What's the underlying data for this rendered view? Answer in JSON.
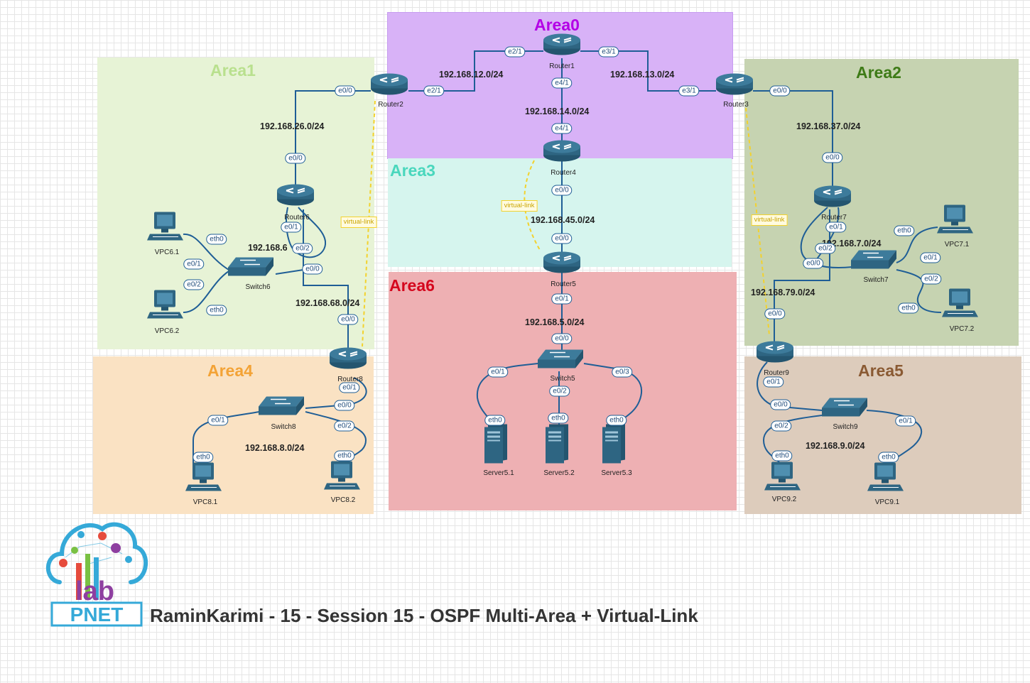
{
  "title": "RaminKarimi - 15 - Session 15 - OSPF Multi-Area + Virtual-Link",
  "logo": {
    "text_lab": "lab",
    "text_brand": "PNET"
  },
  "colors": {
    "link": "#1f5e96",
    "virtual_link": "#f3d22d",
    "device": "#2e6582"
  },
  "areas": [
    {
      "id": "area0",
      "title": "Area0",
      "fill": "#d8b2f7",
      "title_color": "#b400e6"
    },
    {
      "id": "area1",
      "title": "Area1",
      "fill": "#e7f3d6",
      "title_color": "#b9e08e"
    },
    {
      "id": "area2",
      "title": "Area2",
      "fill": "#c6d3b1",
      "title_color": "#3e7b17"
    },
    {
      "id": "area3",
      "title": "Area3",
      "fill": "#d6f5ee",
      "title_color": "#4ad7bd"
    },
    {
      "id": "area4",
      "title": "Area4",
      "fill": "#fae2c3",
      "title_color": "#f3a336"
    },
    {
      "id": "area5",
      "title": "Area5",
      "fill": "#ddccbc",
      "title_color": "#8a5a33"
    },
    {
      "id": "area6",
      "title": "Area6",
      "fill": "#eeb0b3",
      "title_color": "#d5061d"
    }
  ],
  "networks": {
    "n12": "192.168.12.0/24",
    "n13": "192.168.13.0/24",
    "n14": "192.168.14.0/24",
    "n26": "192.168.26.0/24",
    "n37": "192.168.37.0/24",
    "n45": "192.168.45.0/24",
    "n5": "192.168.5.0/24",
    "n6": "192.168.6",
    "n7": "192.168.7.0/24",
    "n68": "192.168.68.0/24",
    "n79": "192.168.79.0/24",
    "n8": "192.168.8.0/24",
    "n9": "192.168.9.0/24"
  },
  "devices": {
    "router1": "Router1",
    "router2": "Router2",
    "router3": "Router3",
    "router4": "Router4",
    "router5": "Router5",
    "router6": "Router6",
    "router7": "Router7",
    "router8": "Router8",
    "router9": "Router9",
    "switch5": "Switch5",
    "switch6": "Switch6",
    "switch7": "Switch7",
    "switch8": "Switch8",
    "switch9": "Switch9",
    "vpc61": "VPC6.1",
    "vpc62": "VPC6.2",
    "vpc71": "VPC7.1",
    "vpc72": "VPC7.2",
    "vpc81": "VPC8.1",
    "vpc82": "VPC8.2",
    "vpc91": "VPC9.1",
    "vpc92": "VPC9.2",
    "server51": "Server5.1",
    "server52": "Server5.2",
    "server53": "Server5.3"
  },
  "interfaces": {
    "r1_e21": "e2/1",
    "r1_e31": "e3/1",
    "r1_e41": "e4/1",
    "r2_e21": "e2/1",
    "r2_e00": "e0/0",
    "r3_e31": "e3/1",
    "r3_e00": "e0/0",
    "r4_e41": "e4/1",
    "r4_e00": "e0/0",
    "r5_e00": "e0/0",
    "r5_e01": "e0/1",
    "r6_e00": "e0/0",
    "r6_e01": "e0/1",
    "r6_e02": "e0/2",
    "sw6_e00": "e0/0",
    "sw6_e01": "e0/1",
    "sw6_e02": "e0/2",
    "vpc61_eth0": "eth0",
    "vpc62_eth0": "eth0",
    "r8_e00": "e0/0",
    "r8_e01": "e0/1",
    "sw8_e00": "e0/0",
    "sw8_e01": "e0/1",
    "sw8_e02": "e0/2",
    "vpc81_eth0": "eth0",
    "vpc82_eth0": "eth0",
    "sw5_e00": "e0/0",
    "sw5_e01": "e0/1",
    "sw5_e02": "e0/2",
    "sw5_e03": "e0/3",
    "s51_eth0": "eth0",
    "s52_eth0": "eth0",
    "s53_eth0": "eth0",
    "r7_e00": "e0/0",
    "r7_e01": "e0/1",
    "r7_e02": "e0/2",
    "sw7_e00": "e0/0",
    "sw7_e01": "e0/1",
    "sw7_e02": "e0/2",
    "vpc71_eth0": "eth0",
    "vpc72_eth0": "eth0",
    "r9_e00": "e0/0",
    "r9_e01": "e0/1",
    "sw9_e00": "e0/0",
    "sw9_e01": "e0/1",
    "sw9_e02": "e0/2",
    "vpc91_eth0": "eth0",
    "vpc92_eth0": "eth0"
  },
  "virtual_link_label": "virtual-link"
}
